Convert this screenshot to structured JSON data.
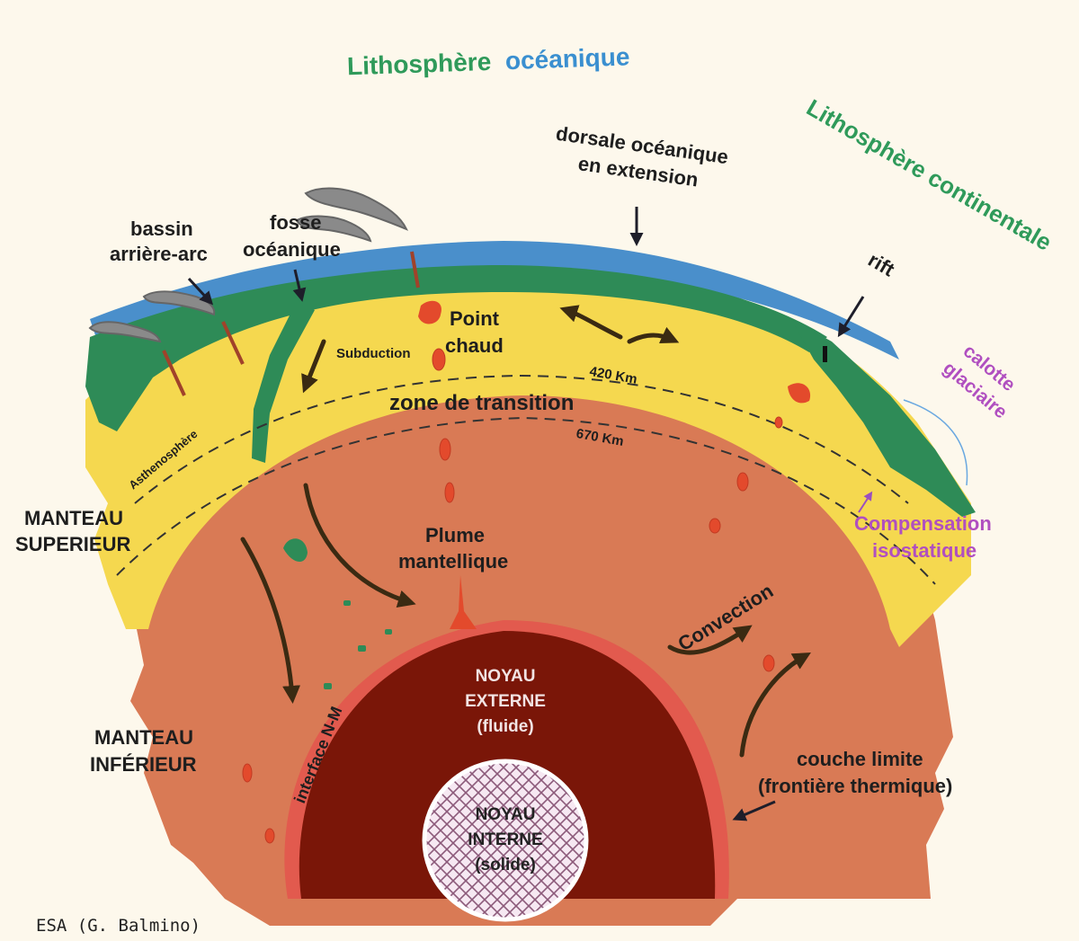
{
  "colors": {
    "background": "#fdf8ec",
    "ocean": "#4a8fcb",
    "lithosphere": "#2e8b57",
    "upper_mantle": "#f5d84f",
    "lower_mantle": "#d97a55",
    "outer_core": "#7a1608",
    "inner_core": "#f4e6f0",
    "boundary_layer": "#e25a4e",
    "plume": "#e34a2c",
    "arrow": "#3a2a12",
    "label_green": "#2f9a5a",
    "label_blue": "#3a8fd0",
    "label_purple": "#b04fc0"
  },
  "edge_letter": "s",
  "labels": {
    "litho_oceanique_1": "Lithosphère",
    "litho_oceanique_2": "océanique",
    "litho_continentale": "Lithosphère continentale",
    "dorsale_1": "dorsale océanique",
    "dorsale_2": "en extension",
    "bassin_1": "bassin",
    "bassin_2": "arrière-arc",
    "fosse_1": "fosse",
    "fosse_2": "océanique",
    "rift": "rift",
    "point_chaud_1": "Point",
    "point_chaud_2": "chaud",
    "subduction": "Subduction",
    "km420": "420 Km",
    "zone_transition": "zone de transition",
    "km670": "670 Km",
    "asthenosphere": "Asthenosphère",
    "calotte_1": "calotte",
    "calotte_2": "glaciaire",
    "compensation_1": "Compensation",
    "compensation_2": "isostatique",
    "manteau_sup_1": "MANTEAU",
    "manteau_sup_2": "SUPERIEUR",
    "plume_1": "Plume",
    "plume_2": "mantellique",
    "convection": "Convection",
    "noyau_ext_1": "NOYAU",
    "noyau_ext_2": "EXTERNE",
    "noyau_ext_3": "(fluide)",
    "manteau_inf_1": "MANTEAU",
    "manteau_inf_2": "INFÉRIEUR",
    "interface": "interface N-M",
    "couche_1": "couche limite",
    "couche_2": "(frontière thermique)",
    "noyau_int_1": "NOYAU",
    "noyau_int_2": "INTERNE",
    "noyau_int_3": "(solide)",
    "credit": "ESA (G. Balmino)"
  }
}
